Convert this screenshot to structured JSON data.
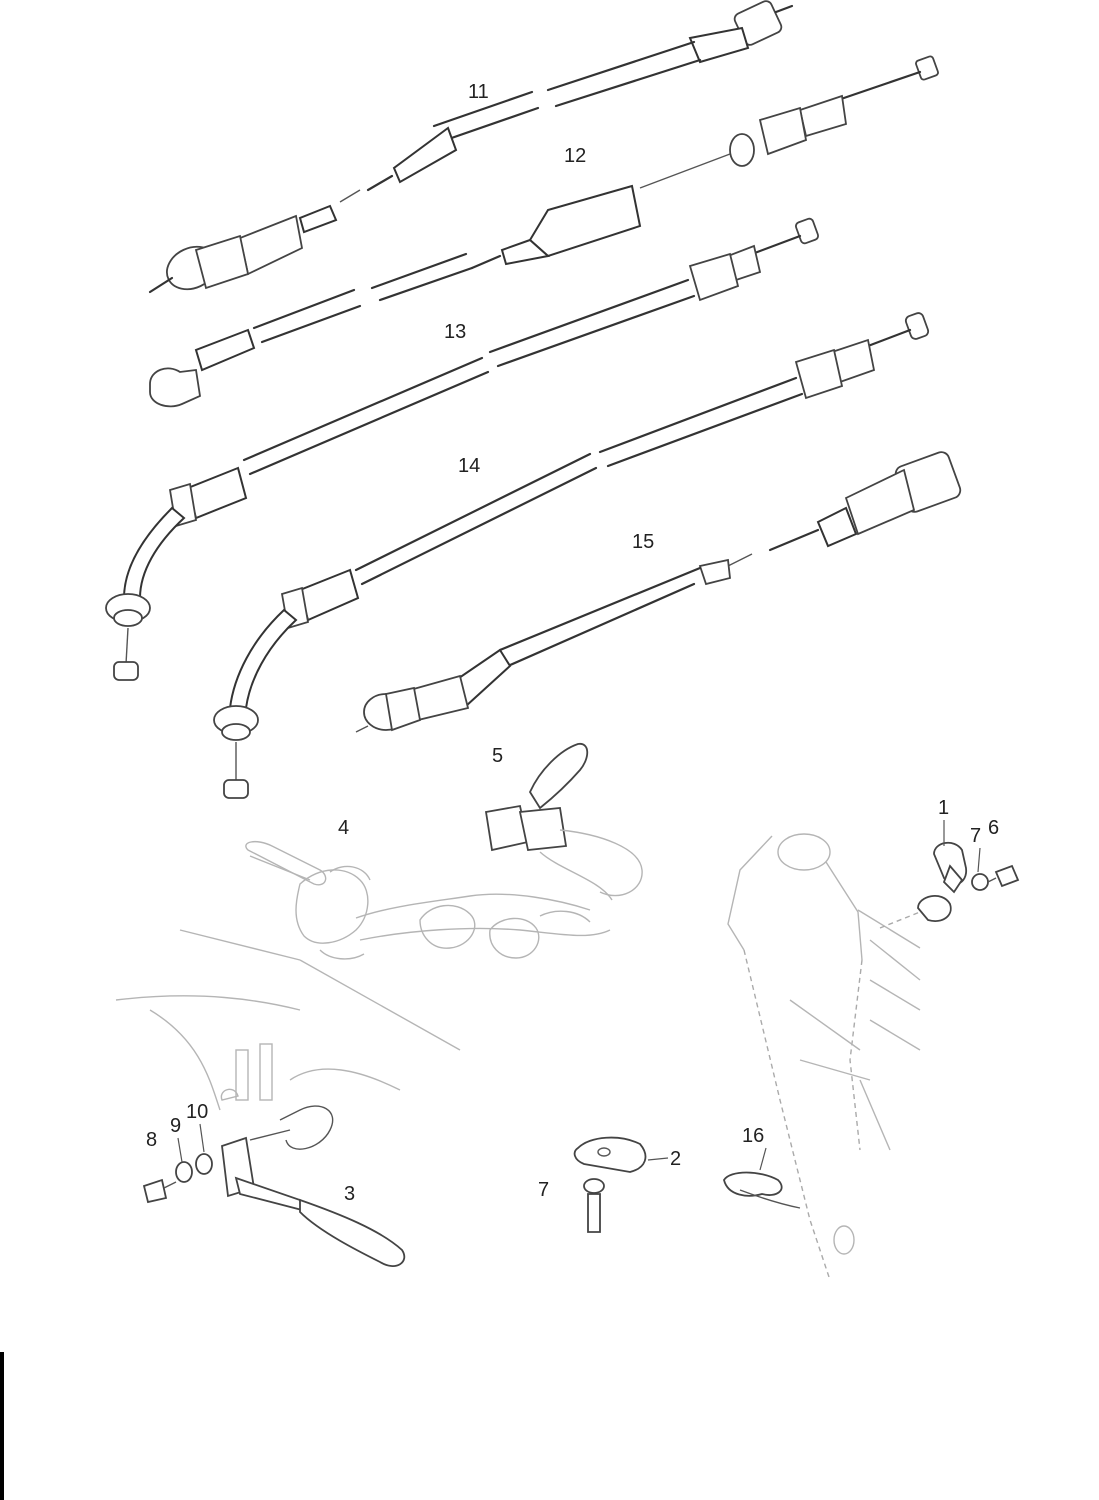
{
  "diagram": {
    "colors": {
      "ink": "#333333",
      "faint": "#b5b5b5",
      "background": "#ffffff"
    },
    "part_labels": [
      "11",
      "12",
      "13",
      "14",
      "15",
      "5",
      "4",
      "1",
      "7",
      "6",
      "8",
      "9",
      "10",
      "16",
      "2",
      "7",
      "3"
    ],
    "parts": [
      {
        "id": "11",
        "name": "cable-11"
      },
      {
        "id": "12",
        "name": "cable-12"
      },
      {
        "id": "13",
        "name": "cable-13"
      },
      {
        "id": "14",
        "name": "cable-14"
      },
      {
        "id": "15",
        "name": "cable-15"
      },
      {
        "id": "5",
        "name": "left-lever-assembly"
      },
      {
        "id": "4",
        "name": "handlebar-switch-assembly"
      },
      {
        "id": "1",
        "name": "bracket"
      },
      {
        "id": "7",
        "name": "nut"
      },
      {
        "id": "6",
        "name": "bolt"
      },
      {
        "id": "8",
        "name": "bolt"
      },
      {
        "id": "9",
        "name": "spring-washer"
      },
      {
        "id": "10",
        "name": "washer"
      },
      {
        "id": "16",
        "name": "cable-clamp"
      },
      {
        "id": "2",
        "name": "cable-guide"
      },
      {
        "id": "3",
        "name": "pedal-lever"
      }
    ]
  }
}
